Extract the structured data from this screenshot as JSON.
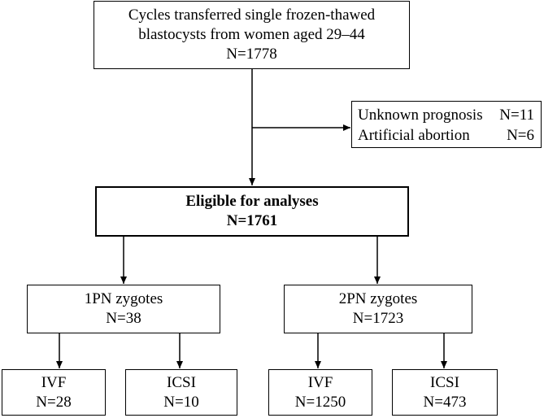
{
  "flowchart": {
    "top": {
      "line1": "Cycles  transferred  single frozen-thawed",
      "line2": "blastocysts from women aged 29–44",
      "line3": "N=1778"
    },
    "exclusions": [
      {
        "label": "Unknown prognosis",
        "value": "N=11"
      },
      {
        "label": "Artificial abortion",
        "value": "N=6"
      }
    ],
    "eligible": {
      "line1": "Eligible for analyses",
      "line2": "N=1761"
    },
    "pn1": {
      "line1": "1PN zygotes",
      "line2": "N=38",
      "ivf": {
        "line1": "IVF",
        "line2": "N=28"
      },
      "icsi": {
        "line1": "ICSI",
        "line2": "N=10"
      }
    },
    "pn2": {
      "line1": "2PN zygotes",
      "line2": "N=1723",
      "ivf": {
        "line1": "IVF",
        "line2": "N=1250"
      },
      "icsi": {
        "line1": "ICSI",
        "line2": "N=473"
      }
    }
  }
}
